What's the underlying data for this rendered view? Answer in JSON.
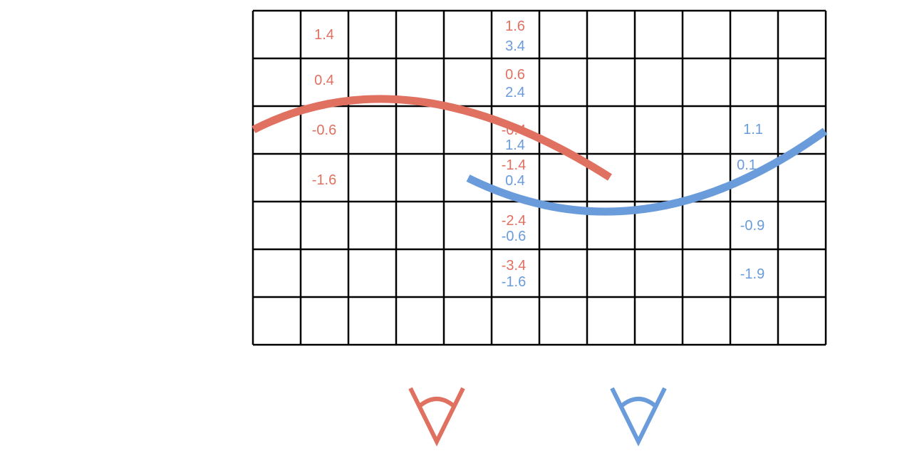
{
  "colors": {
    "red": "#E07060",
    "blue": "#6A9BDB",
    "grid": "#000000"
  },
  "grid": {
    "cols": 12,
    "rows": 7
  },
  "curves": [
    {
      "id": "red-curve",
      "color": "red"
    },
    {
      "id": "blue-curve",
      "color": "blue"
    }
  ],
  "labels": [
    {
      "id": "r-c1-1",
      "text": "1.4",
      "color": "red"
    },
    {
      "id": "r-c1-2",
      "text": "0.4",
      "color": "red"
    },
    {
      "id": "r-c1-3",
      "text": "-0.6",
      "color": "red"
    },
    {
      "id": "r-c1-4",
      "text": "-1.6",
      "color": "red"
    },
    {
      "id": "r-c5-1",
      "text": "1.6",
      "color": "red"
    },
    {
      "id": "b-c5-1",
      "text": "3.4",
      "color": "blue"
    },
    {
      "id": "r-c5-2",
      "text": "0.6",
      "color": "red"
    },
    {
      "id": "b-c5-2",
      "text": "2.4",
      "color": "blue"
    },
    {
      "id": "r-c5-3",
      "text": "-0.4",
      "color": "red"
    },
    {
      "id": "b-c5-3",
      "text": "1.4",
      "color": "blue"
    },
    {
      "id": "r-c5-4",
      "text": "-1.4",
      "color": "red"
    },
    {
      "id": "b-c5-4",
      "text": "0.4",
      "color": "blue"
    },
    {
      "id": "r-c5-5",
      "text": "-2.4",
      "color": "red"
    },
    {
      "id": "b-c5-5",
      "text": "-0.6",
      "color": "blue"
    },
    {
      "id": "r-c5-6",
      "text": "-3.4",
      "color": "red"
    },
    {
      "id": "b-c5-6",
      "text": "-1.6",
      "color": "blue"
    },
    {
      "id": "b-c10-1",
      "text": "1.1",
      "color": "blue"
    },
    {
      "id": "b-c10-2",
      "text": "0.1",
      "color": "blue"
    },
    {
      "id": "b-c10-3",
      "text": "-0.9",
      "color": "blue"
    },
    {
      "id": "b-c10-4",
      "text": "-1.9",
      "color": "blue"
    }
  ],
  "eyes": [
    {
      "id": "red-eye-icon",
      "color": "red"
    },
    {
      "id": "blue-eye-icon",
      "color": "blue"
    }
  ]
}
